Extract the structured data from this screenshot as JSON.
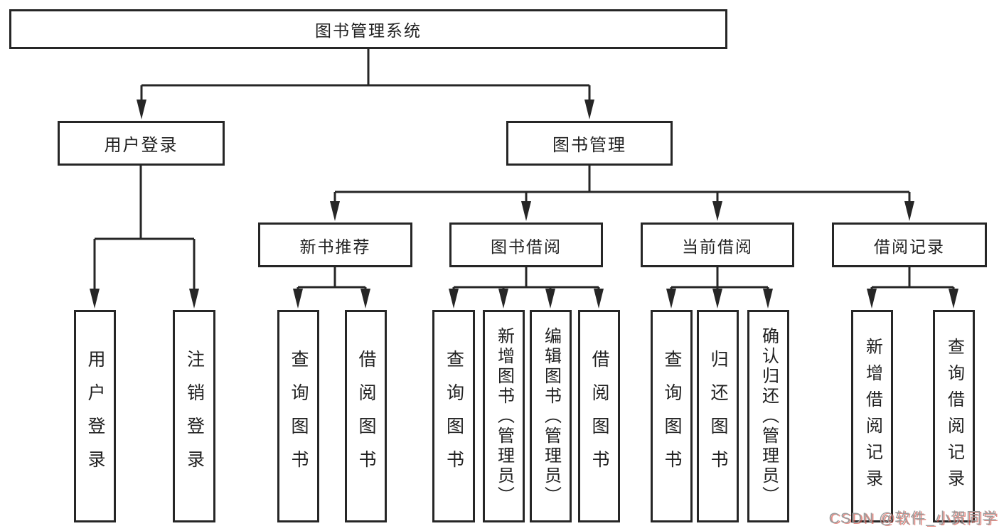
{
  "diagram": {
    "title": "图书管理系统",
    "root": {
      "label": "图书管理系统"
    },
    "level2": [
      {
        "label": "用户登录"
      },
      {
        "label": "图书管理"
      }
    ],
    "level3": [
      {
        "label": "新书推荐"
      },
      {
        "label": "图书借阅"
      },
      {
        "label": "当前借阅"
      },
      {
        "label": "借阅记录"
      }
    ],
    "leaves": [
      {
        "label": "用户登录",
        "parent": "用户登录"
      },
      {
        "label": "注销登录",
        "parent": "用户登录"
      },
      {
        "label": "查询图书",
        "parent": "新书推荐"
      },
      {
        "label": "借阅图书",
        "parent": "新书推荐"
      },
      {
        "label": "查询图书",
        "parent": "图书借阅"
      },
      {
        "label": "新增图书（管理员）",
        "parent": "图书借阅"
      },
      {
        "label": "编辑图书（管理员）",
        "parent": "图书借阅"
      },
      {
        "label": "借阅图书",
        "parent": "图书借阅"
      },
      {
        "label": "查询图书",
        "parent": "当前借阅"
      },
      {
        "label": "归还图书",
        "parent": "当前借阅"
      },
      {
        "label": "确认归还（管理员）",
        "parent": "当前借阅"
      },
      {
        "label": "新增借阅记录",
        "parent": "借阅记录"
      },
      {
        "label": "查询借阅记录",
        "parent": "借阅记录"
      }
    ]
  },
  "watermark": {
    "text": "CSDN @软件_小贺同学"
  },
  "colors": {
    "border": "#262626",
    "line": "#262626",
    "text": "#212121",
    "background": "#ffffff",
    "watermark_gray": "#9b9b9b",
    "watermark_red": "#d65246"
  }
}
